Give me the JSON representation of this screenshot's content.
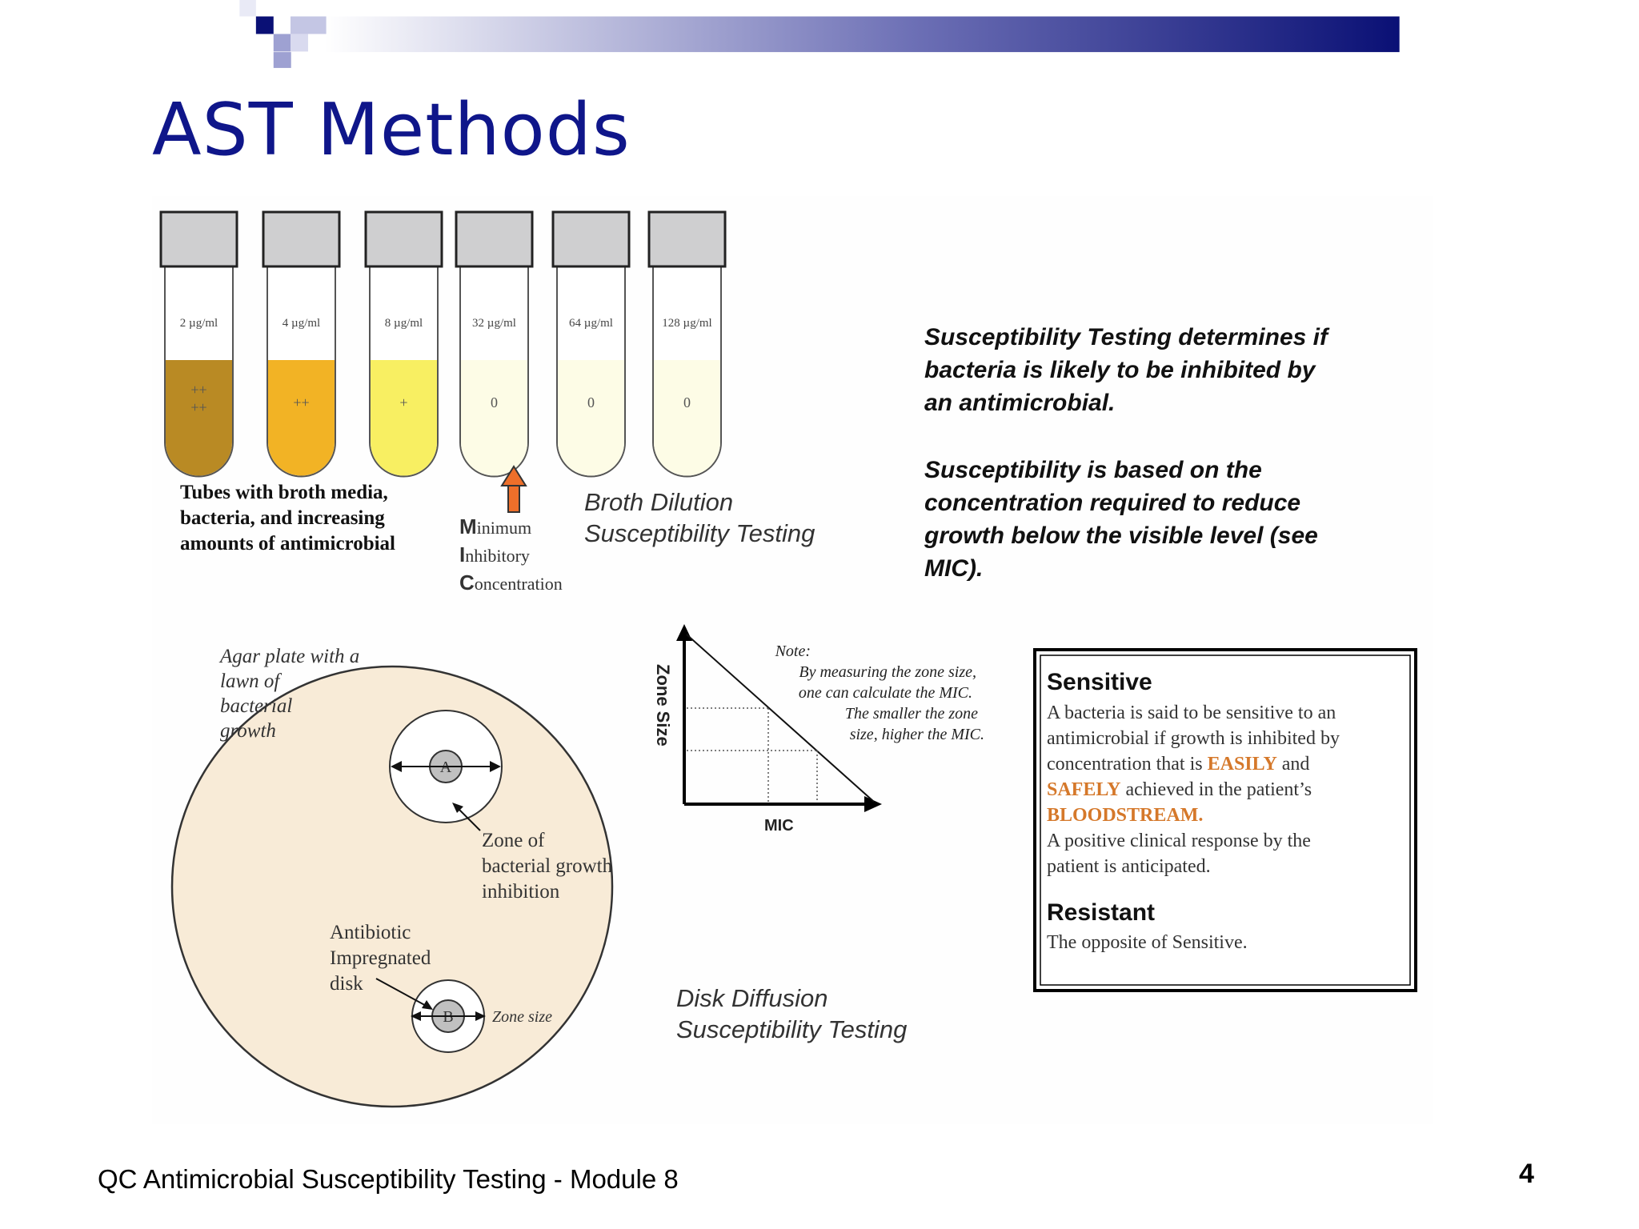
{
  "slide": {
    "title": "AST Methods",
    "footer": "QC Antimicrobial Susceptibility Testing - Module 8",
    "page_number": "4"
  },
  "colors": {
    "title": "#0f168a",
    "band_dark": "#0a1075",
    "band_light": "#ffffff",
    "accent_orange": "#d5782a",
    "arrow_orange": "#ee6f2a",
    "agar": "#f8ebd7"
  },
  "broth": {
    "tubes": [
      {
        "conc": "2 µg/ml",
        "growth": "++\n++",
        "liquid": "#b98a24"
      },
      {
        "conc": "4 µg/ml",
        "growth": "++",
        "liquid": "#f2b325"
      },
      {
        "conc": "8 µg/ml",
        "growth": "+",
        "liquid": "#f8ef62"
      },
      {
        "conc": "32 µg/ml",
        "growth": "0",
        "liquid": "#fdfce6"
      },
      {
        "conc": "64 µg/ml",
        "growth": "0",
        "liquid": "#fdfce6"
      },
      {
        "conc": "128 µg/ml",
        "growth": "0",
        "liquid": "#fdfce6"
      }
    ],
    "tubes_caption": [
      "Tubes with broth media,",
      "bacteria, and increasing",
      "amounts of antimicrobial"
    ],
    "mic_label": [
      {
        "initial": "M",
        "rest": "inimum"
      },
      {
        "initial": "I",
        "rest": "nhibitory"
      },
      {
        "initial": "C",
        "rest": "oncentration"
      }
    ],
    "method_title": [
      "Broth Dilution",
      "Susceptibility Testing"
    ]
  },
  "explanation": {
    "lines": [
      "Susceptibility Testing determines if",
      "bacteria is likely to be inhibited by",
      "an antimicrobial.",
      "",
      "Susceptibility is based on the",
      "concentration required to reduce",
      "growth below the visible level (see",
      "MIC)."
    ]
  },
  "disk": {
    "agar_caption": [
      "Agar plate with a",
      "lawn of",
      "bacterial",
      "growth"
    ],
    "disk_a": "A",
    "disk_b": "B",
    "zone_label": [
      "Zone of",
      "bacterial growth",
      "inhibition"
    ],
    "antibiotic_label": [
      "Antibiotic",
      "Impregnated",
      "disk"
    ],
    "zone_size_label": "Zone size",
    "method_title": [
      "Disk Diffusion",
      "Susceptibility Testing"
    ]
  },
  "graph": {
    "y_label": "Zone Size",
    "x_label": "MIC",
    "note_title": "Note:",
    "note_lines": [
      "By measuring the zone size,",
      "one can calculate the MIC.",
      "The smaller the zone",
      "size, higher the MIC."
    ]
  },
  "definitions": {
    "sensitive_title": "Sensitive",
    "sensitive_lines": [
      [
        {
          "t": "A bacteria is said to be sensitive to an",
          "h": false
        }
      ],
      [
        {
          "t": "antimicrobial if growth is inhibited by",
          "h": false
        }
      ],
      [
        {
          "t": "concentration that is ",
          "h": false
        },
        {
          "t": "EASILY",
          "h": true
        },
        {
          "t": " and",
          "h": false
        }
      ],
      [
        {
          "t": "SAFELY",
          "h": true
        },
        {
          "t": " achieved in the patient’s",
          "h": false
        }
      ],
      [
        {
          "t": "BLOODSTREAM.",
          "h": true
        }
      ],
      [
        {
          "t": "A positive clinical response by the",
          "h": false
        }
      ],
      [
        {
          "t": "patient is anticipated.",
          "h": false
        }
      ]
    ],
    "resistant_title": "Resistant",
    "resistant_text": "The opposite of Sensitive."
  }
}
